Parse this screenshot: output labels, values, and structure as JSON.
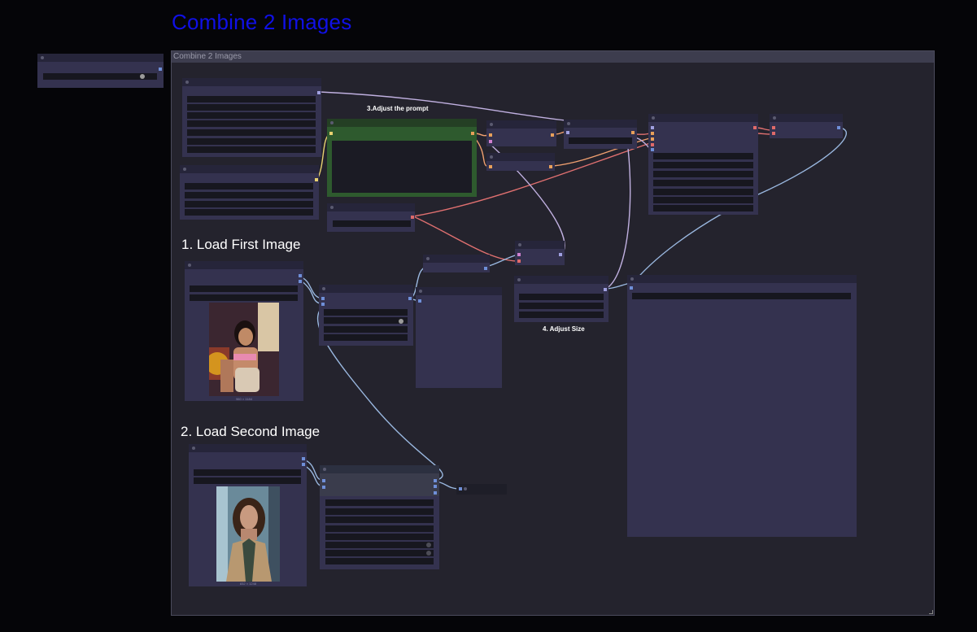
{
  "page": {
    "title": "Combine 2 Images"
  },
  "group": {
    "title": "Combine 2 Images"
  },
  "labels": {
    "prompt": "3.Adjust the prompt",
    "first_image": "1. Load First Image",
    "second_image": "2. Load Second Image",
    "size": "4. Adjust Size"
  },
  "images": {
    "first_caption": "960 × 1184",
    "second_caption": "832 × 1248"
  },
  "colors": {
    "page_title": "#1010e6",
    "group_bg": "#24232d",
    "node_bg": "#34324f",
    "prompt_node": "#2e5a2e",
    "link_blue": "#9ab8e0",
    "link_red": "#e07070",
    "link_orange": "#f0a070",
    "link_lavender": "#c0b0e0"
  }
}
